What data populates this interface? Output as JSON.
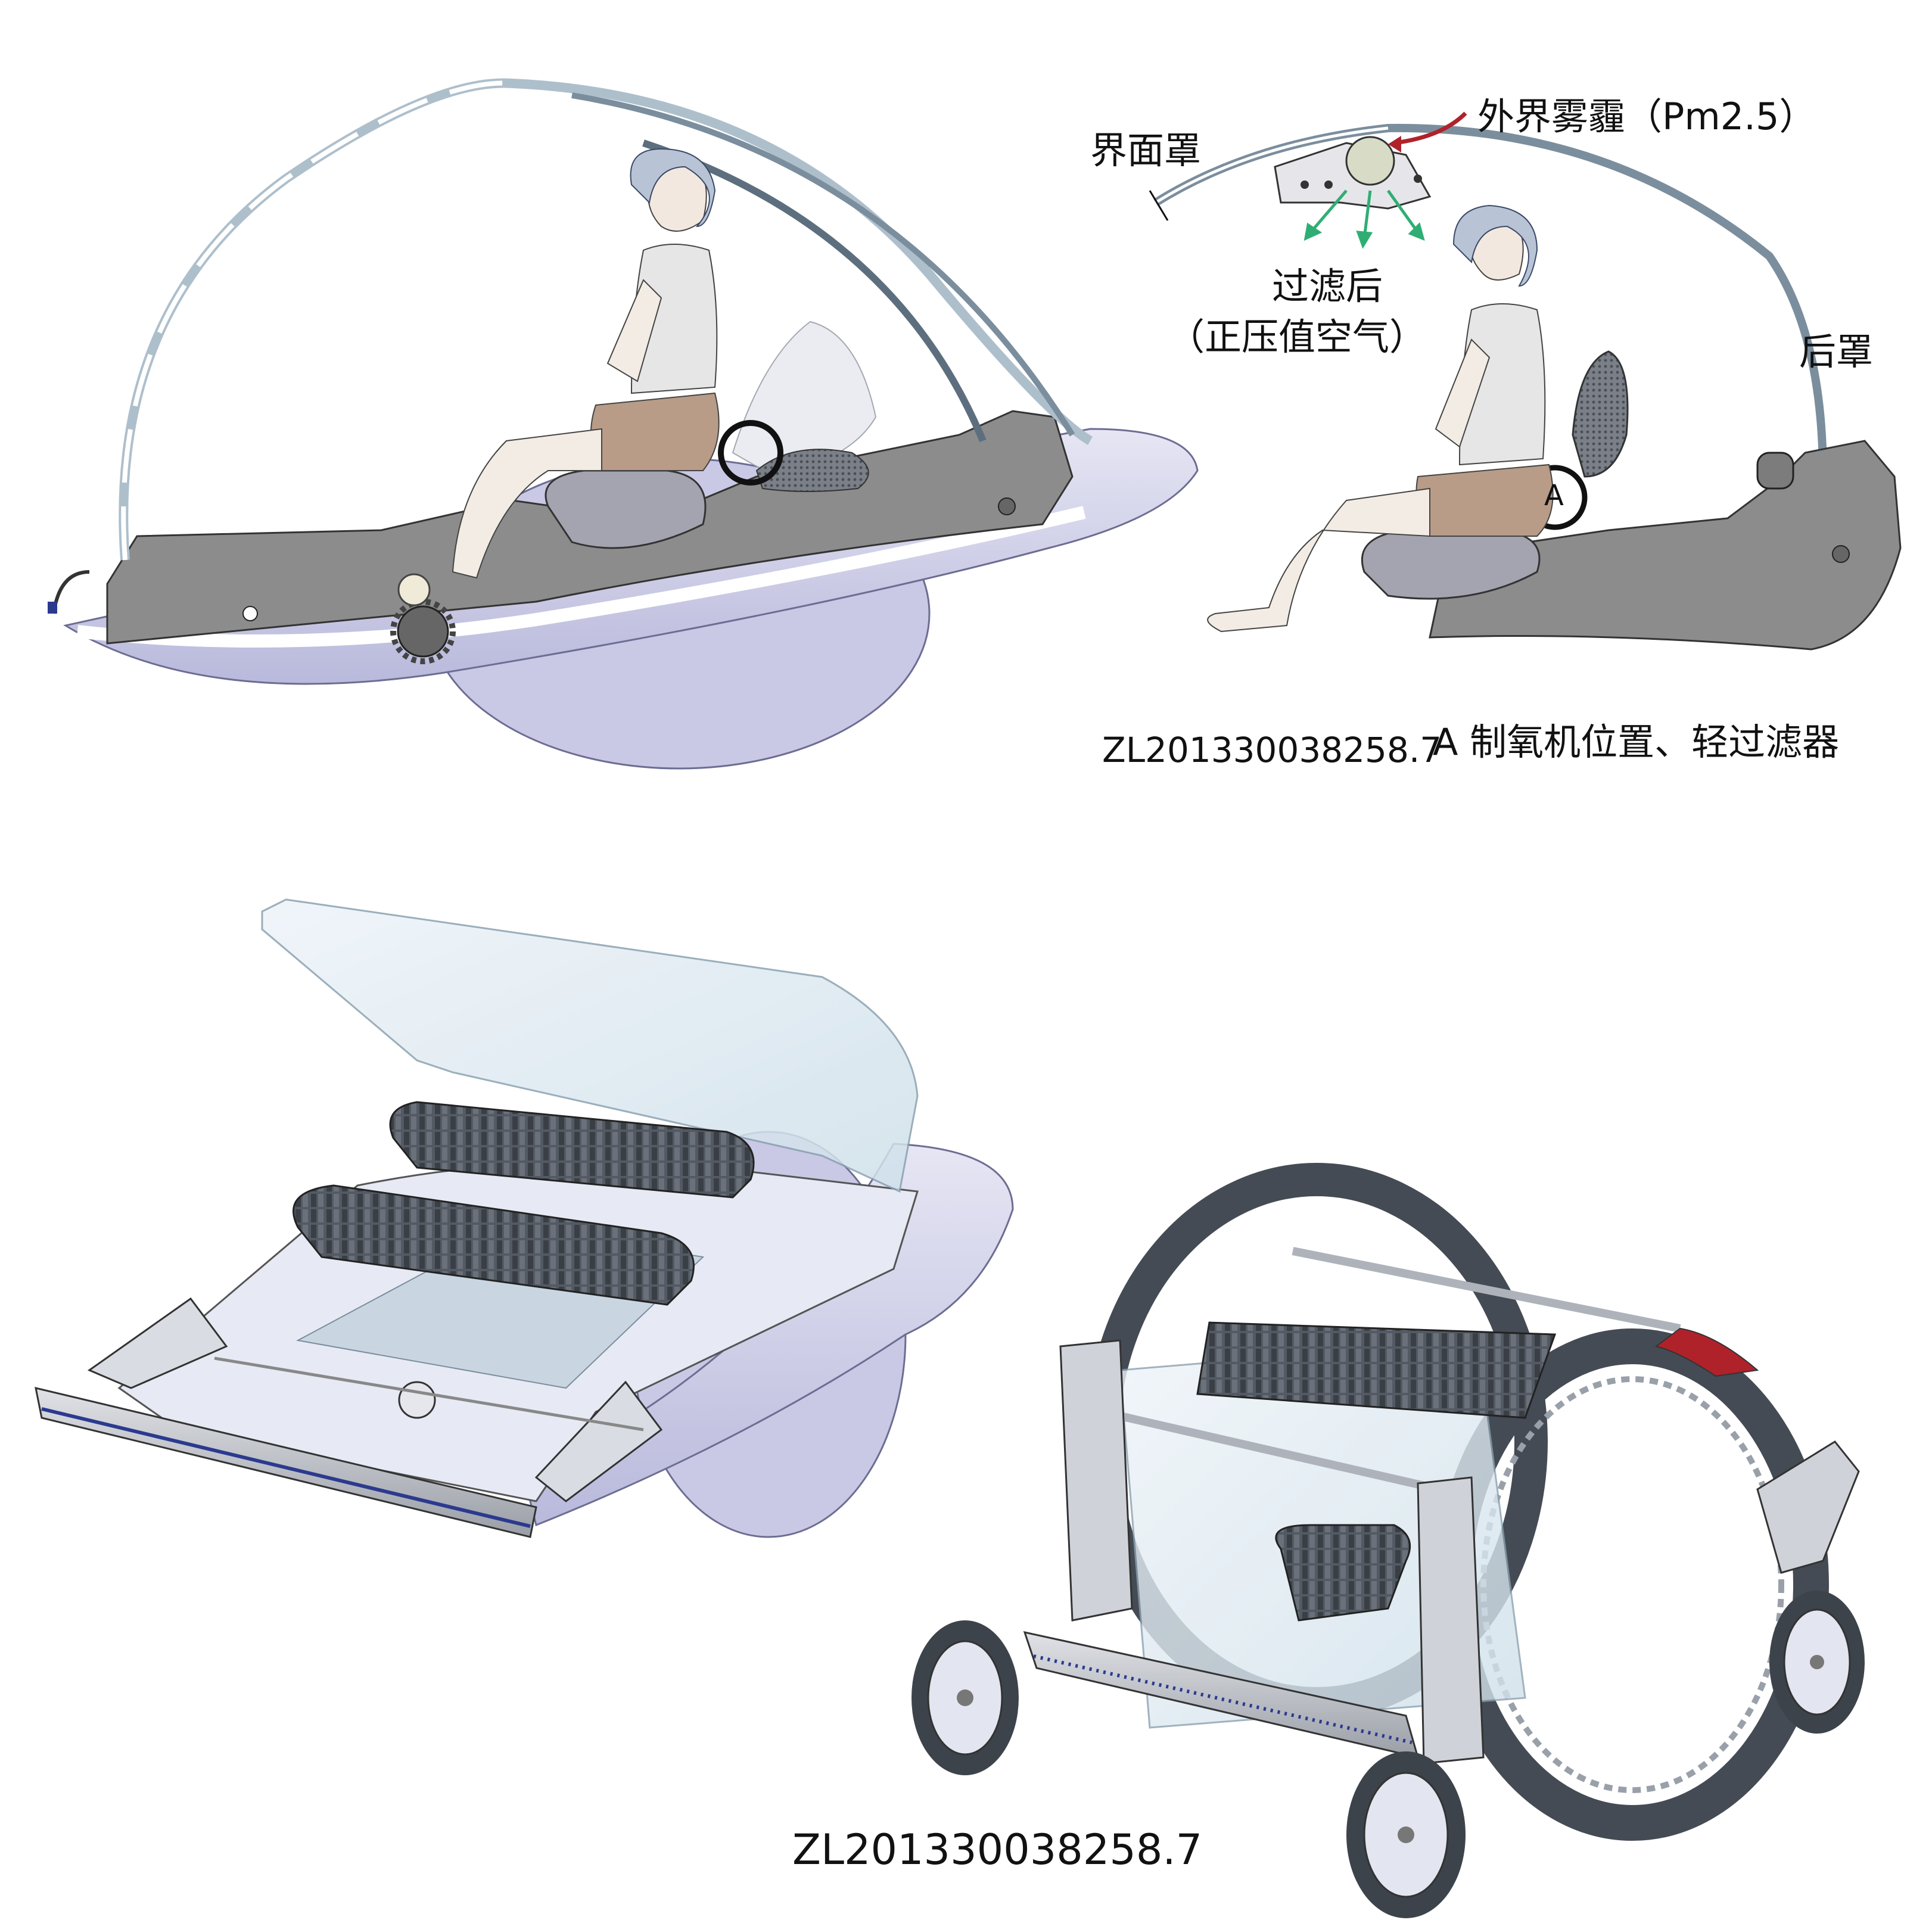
{
  "labels": {
    "interface_cover": "界面罩",
    "outside_haze": "外界雾霾（Pm2.5）",
    "after_filter_line1": "过滤后",
    "after_filter_line2": "（正压值空气）",
    "rear_cover": "后罩",
    "marker_a": "A",
    "patent_top": "ZL201330038258.7",
    "patent_top_note": "A 制氧机位置、轻过滤器",
    "patent_bottom": "ZL201330038258.7"
  },
  "colors": {
    "frame_gray": "#8c8c8c",
    "hull_lilac": "#c9c9e6",
    "dome_glass": "#dfe9f2",
    "seat_gray": "#9a9aa6",
    "skirt_tan": "#b89c88",
    "arrow_green": "#2fae74",
    "arrow_red": "#b0222a",
    "track_dark": "#4a4f57",
    "accent_blue": "#2b3a8f"
  }
}
